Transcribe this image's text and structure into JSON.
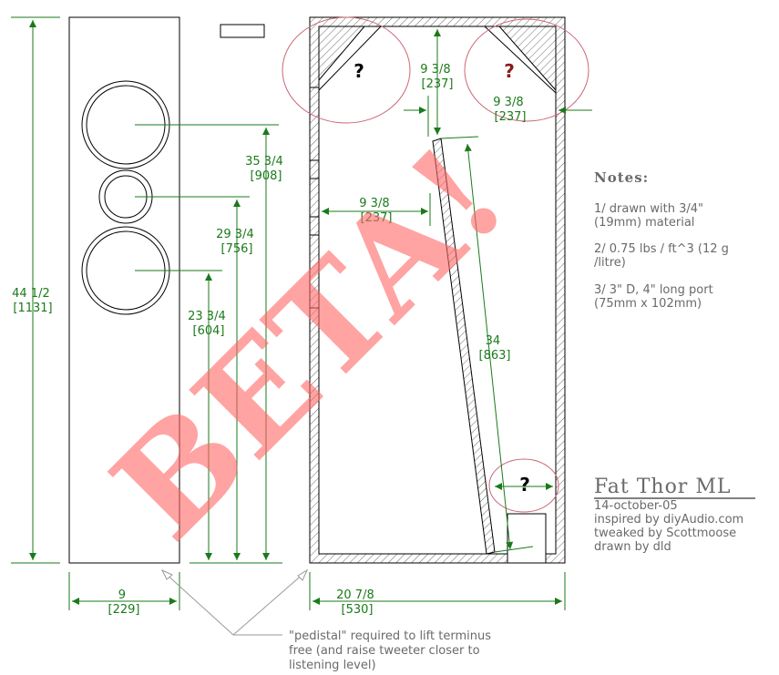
{
  "front_view": {
    "height_dim": [
      "44 1/2",
      "[1131]"
    ],
    "width_dim": [
      "9",
      "[229]"
    ],
    "woofer_top_dim": [
      "35 3/4",
      "[908]"
    ],
    "tweeter_dim": [
      "29 3/4",
      "[756]"
    ],
    "woofer_bottom_dim": [
      "23 3/4",
      "[604]"
    ]
  },
  "side_view": {
    "depth_dim": [
      "20 7/8",
      "[530]"
    ],
    "top_gap_dim": [
      "9 3/8",
      "[237]"
    ],
    "right_gap_dim": [
      "9 3/8",
      "[237]"
    ],
    "left_gap_dim": [
      "9 3/8",
      "[237]"
    ],
    "panel_length_dim": [
      "34",
      "[863]"
    ],
    "unknown_marks": [
      "?",
      "?",
      "?"
    ]
  },
  "watermark": "BETA!",
  "notes": {
    "heading": "Notes:",
    "items": [
      [
        "1/ drawn with 3/4\"",
        "(19mm) material"
      ],
      [
        "2/ 0.75 lbs / ft^3 (12 g",
        "/litre)"
      ],
      [
        "3/ 3\" D, 4\" long port",
        "(75mm x 102mm)"
      ]
    ]
  },
  "title_block": {
    "title": "Fat Thor ML",
    "lines": [
      "14-october-05",
      "inspired by diyAudio.com",
      "tweaked by Scottmoose",
      "drawn by dld"
    ]
  },
  "callout": [
    "\"pedistal\" required to lift terminus",
    "free (and raise tweeter closer to",
    "listening level)"
  ],
  "colors": {
    "line": "#000000",
    "dimension": "#1a7a1a",
    "circle_mark": "#cc6677",
    "watermark": "#ff6666",
    "text": "#6a6a6a"
  }
}
